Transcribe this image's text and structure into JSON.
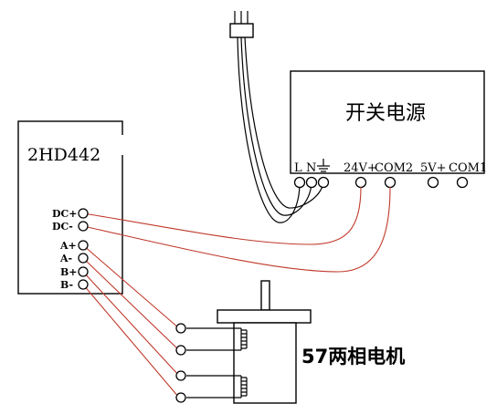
{
  "driver": {
    "model": "2HD442",
    "terminals": [
      "DC+",
      "DC-",
      "A+",
      "A-",
      "B+",
      "B-"
    ]
  },
  "power_supply": {
    "title": "开关电源",
    "labels": {
      "l": "L",
      "n": "N",
      "v24": "24V+",
      "com2": "COM2",
      "v5": "5V+",
      "com1": "COM1"
    }
  },
  "motor": {
    "label": "57两相电机"
  },
  "colors": {
    "outline": "#000000",
    "wire_red": "#c0392b",
    "background": "#ffffff"
  }
}
